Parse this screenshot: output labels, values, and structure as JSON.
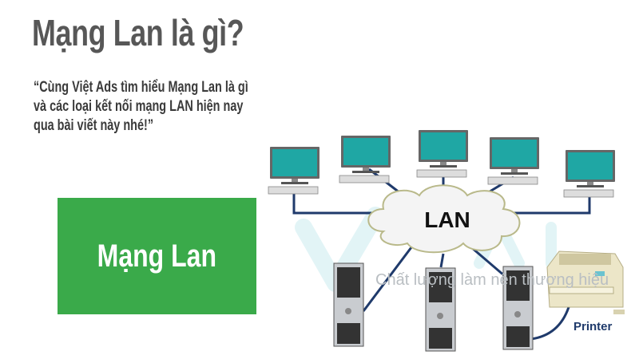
{
  "heading": "Mạng Lan là gì?",
  "intro_lines": [
    "“Cùng Việt Ads tìm hiểu Mạng Lan là gì",
    "và các loại kết nối mạng LAN hiện nay",
    " qua bài viết này nhé!”"
  ],
  "banner_label": "Mạng Lan",
  "diagram": {
    "hub_label": "LAN",
    "printer_label": "Printer",
    "workstations": 5,
    "servers": 3
  },
  "watermark": {
    "brand": "VietAds",
    "slogan": "Chất lượng làm nên thương hiệu"
  },
  "colors": {
    "banner": "#3aaa4a",
    "heading": "#575757",
    "screen": "#1fa7a4",
    "cable": "#1f3a6b",
    "printer_label": "#1f3a6b"
  }
}
